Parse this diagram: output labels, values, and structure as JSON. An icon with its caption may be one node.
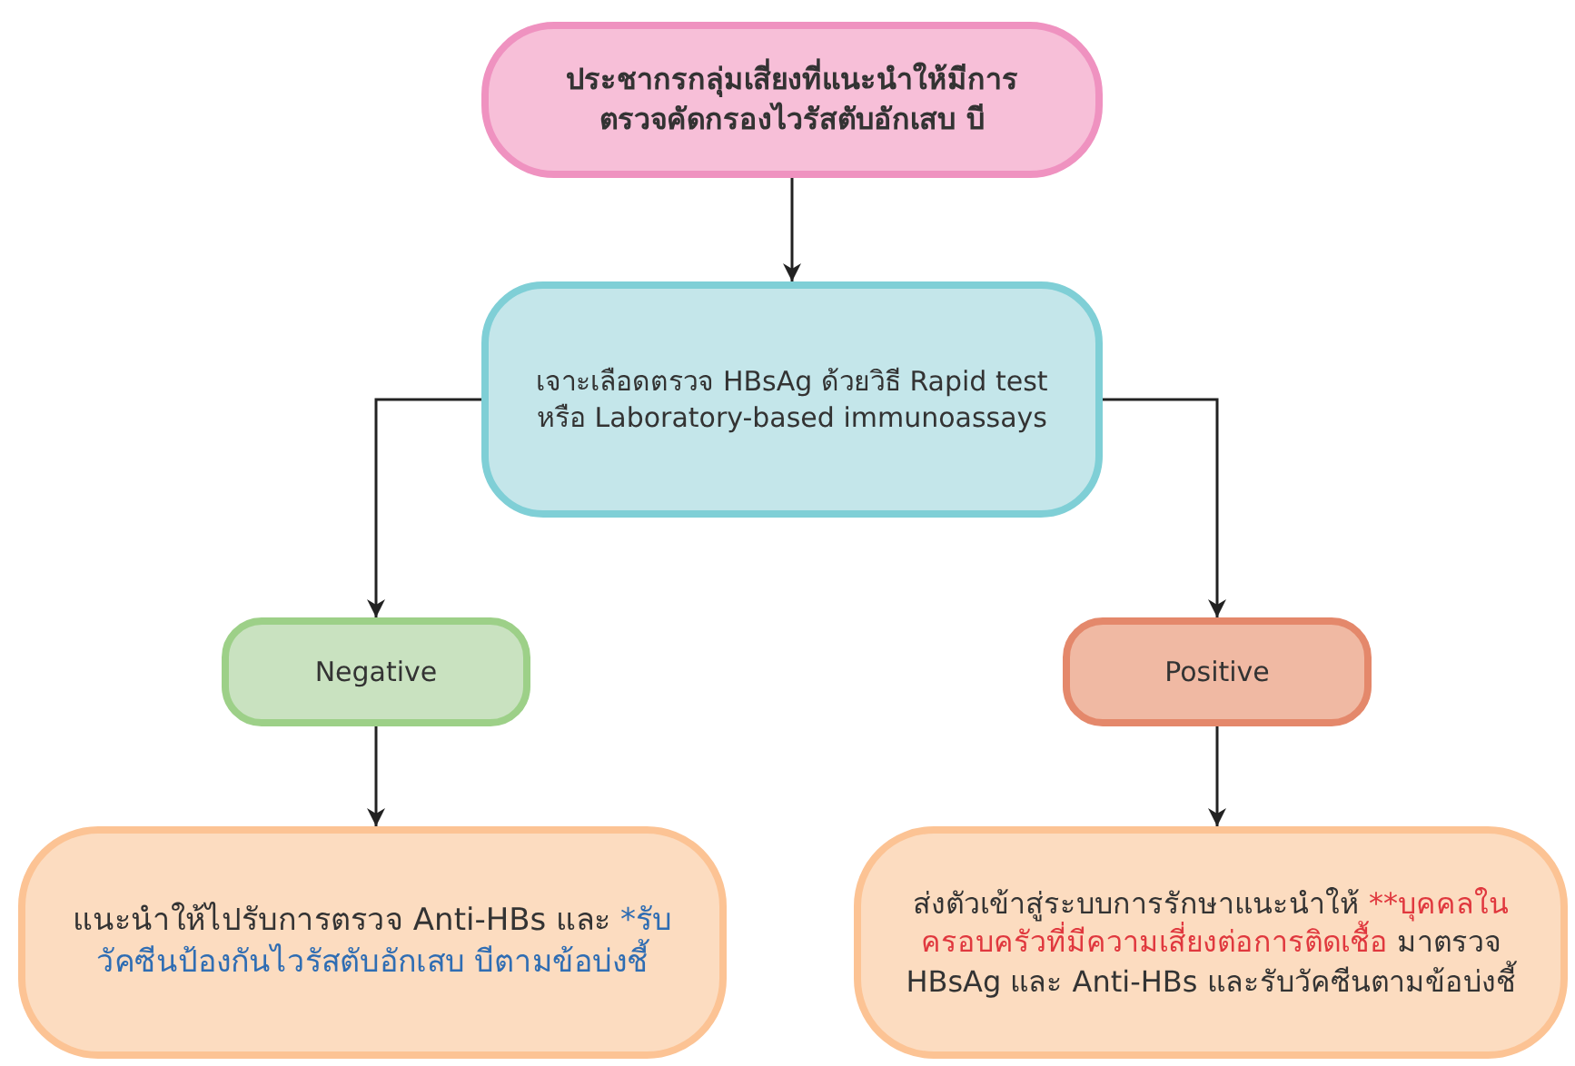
{
  "diagram": {
    "nodes": [
      {
        "text": [
          "ประชากรกลุ่มเสี่ยงที่แนะนำให้มีการตรวจคัดกรองไวรัสตับอักเสบ บี"
        ]
      },
      {
        "text": [
          "เจาะเลือดตรวจ  HBsAg ด้วยวิธี Rapid test หรือ Laboratory-based immunoassays"
        ]
      },
      {
        "text": [
          "Negative"
        ]
      },
      {
        "text": [
          "Positive"
        ]
      },
      {
        "text": [
          "แนะนำให้ไปรับการตรวจ Anti-HBs และ",
          "*รับวัคซีนป้องกันไวรัสตับอักเสบ บีตามข้อบ่งชี้"
        ]
      },
      {
        "text": [
          "ส่งตัวเข้าสู่ระบบการรักษาแนะนำให้",
          "**บุคคลในครอบครัวที่มีความเสี่ยงต่อการติดเชื้อ",
          "มาตรวจ HBsAg และ Anti-HBs และรับวัคซีนตามข้อบ่งชี้"
        ]
      }
    ],
    "edges": [
      {
        "from": 0,
        "to": 1,
        "arrow": "to"
      },
      {
        "from": 1,
        "to": 2,
        "arrow": "to"
      },
      {
        "from": 1,
        "to": 3,
        "arrow": "to"
      },
      {
        "from": 2,
        "to": 4,
        "arrow": "to"
      },
      {
        "from": 3,
        "to": 5,
        "arrow": "to"
      }
    ]
  }
}
